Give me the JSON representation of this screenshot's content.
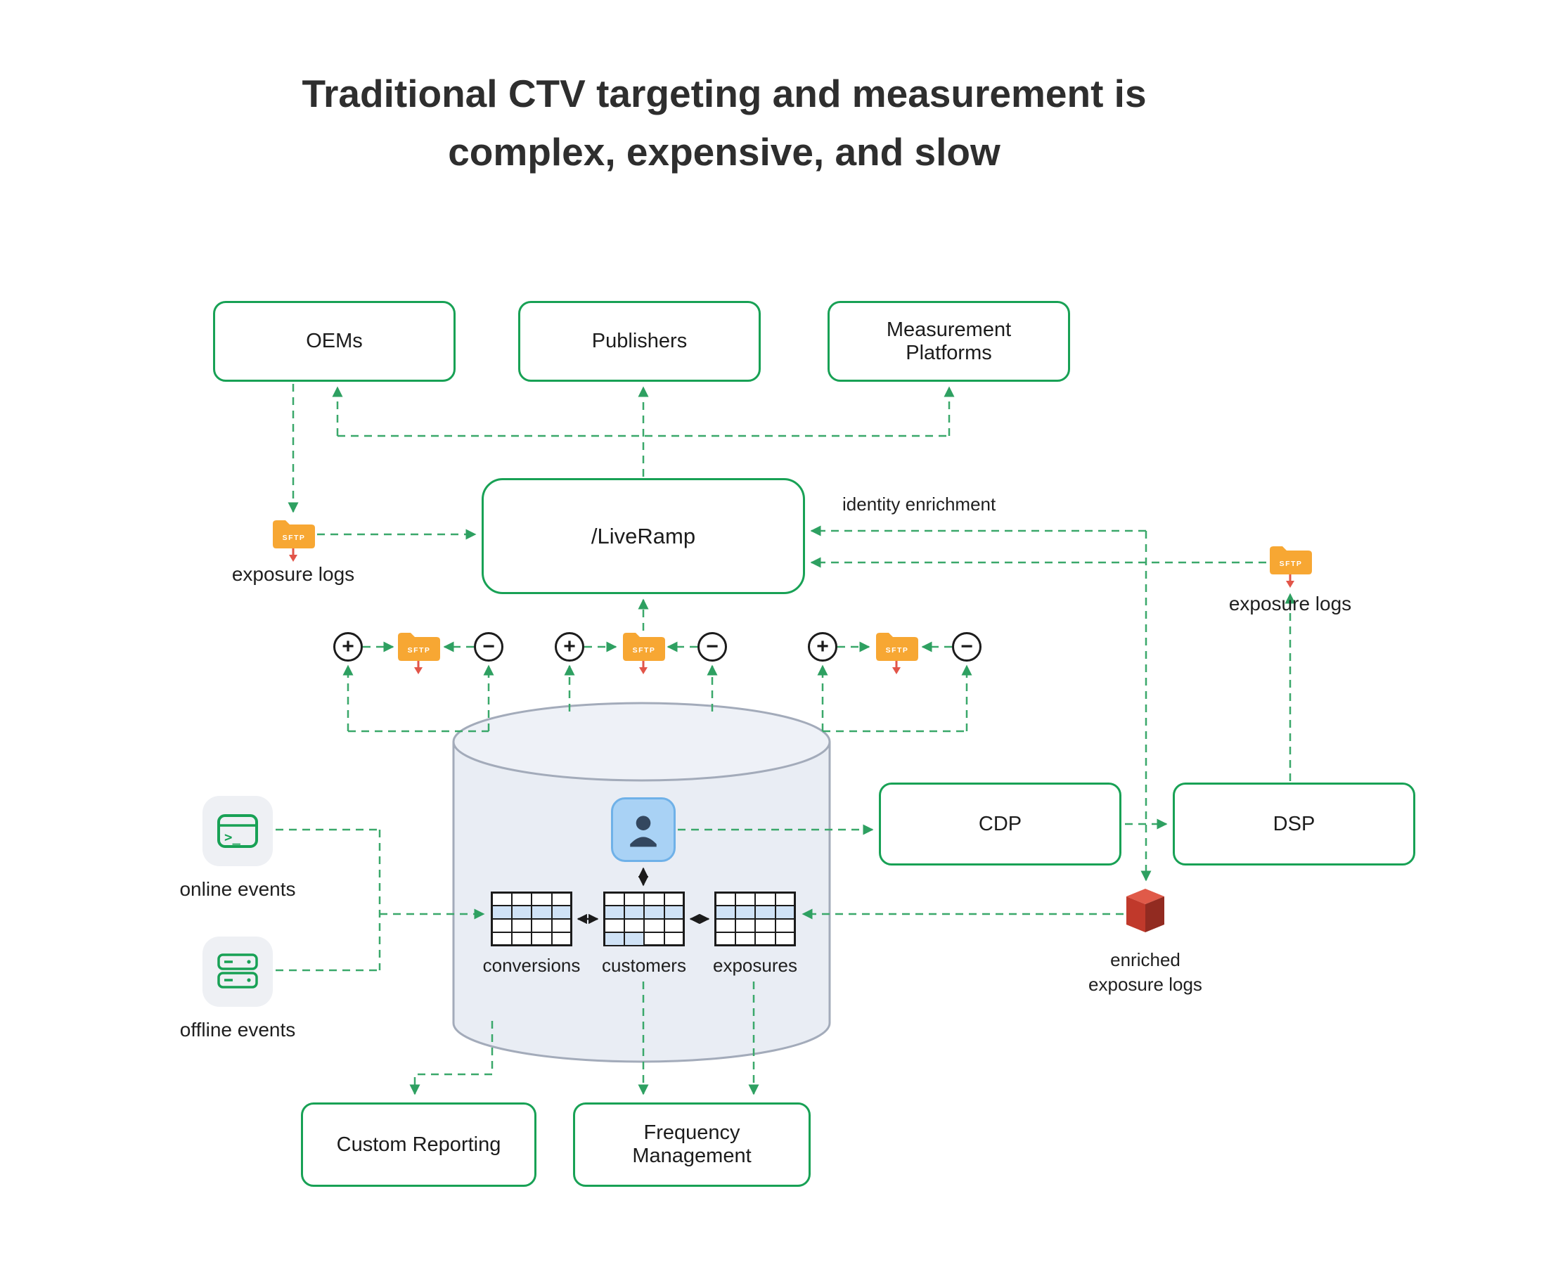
{
  "title": {
    "line1": "Traditional CTV targeting and measurement is",
    "line2": "complex, expensive, and slow"
  },
  "nodes": {
    "oems": "OEMs",
    "publishers": "Publishers",
    "measurement_platforms": "Measurement Platforms",
    "liveramp": "/LiveRamp",
    "cdp": "CDP",
    "dsp": "DSP",
    "custom_reporting": "Custom Reporting",
    "frequency_management": "Frequency Management"
  },
  "labels": {
    "identity_enrichment": "identity enrichment",
    "exposure_logs_left": "exposure logs",
    "exposure_logs_right": "exposure logs",
    "online_events": "online events",
    "offline_events": "offline events",
    "enriched_line1": "enriched",
    "enriched_line2": "exposure logs",
    "conversions": "conversions",
    "customers": "customers",
    "exposures": "exposures"
  },
  "icons": {
    "sftp_folder": "SFTP",
    "plus": "+",
    "minus": "−",
    "terminal_prompt": ">_"
  },
  "colors": {
    "node_border_green": "#18a155",
    "connector_green": "#3aa86a",
    "folder_orange": "#f7a733",
    "red_arrow": "#e25549",
    "red_icon": "#c0392b",
    "cylinder_fill": "#e9edf4",
    "cylinder_stroke": "#a3abba",
    "user_tile_blue": "#a9d2f5",
    "table_row_blue": "#cfe2f6",
    "title_text": "#2e2e2e"
  }
}
